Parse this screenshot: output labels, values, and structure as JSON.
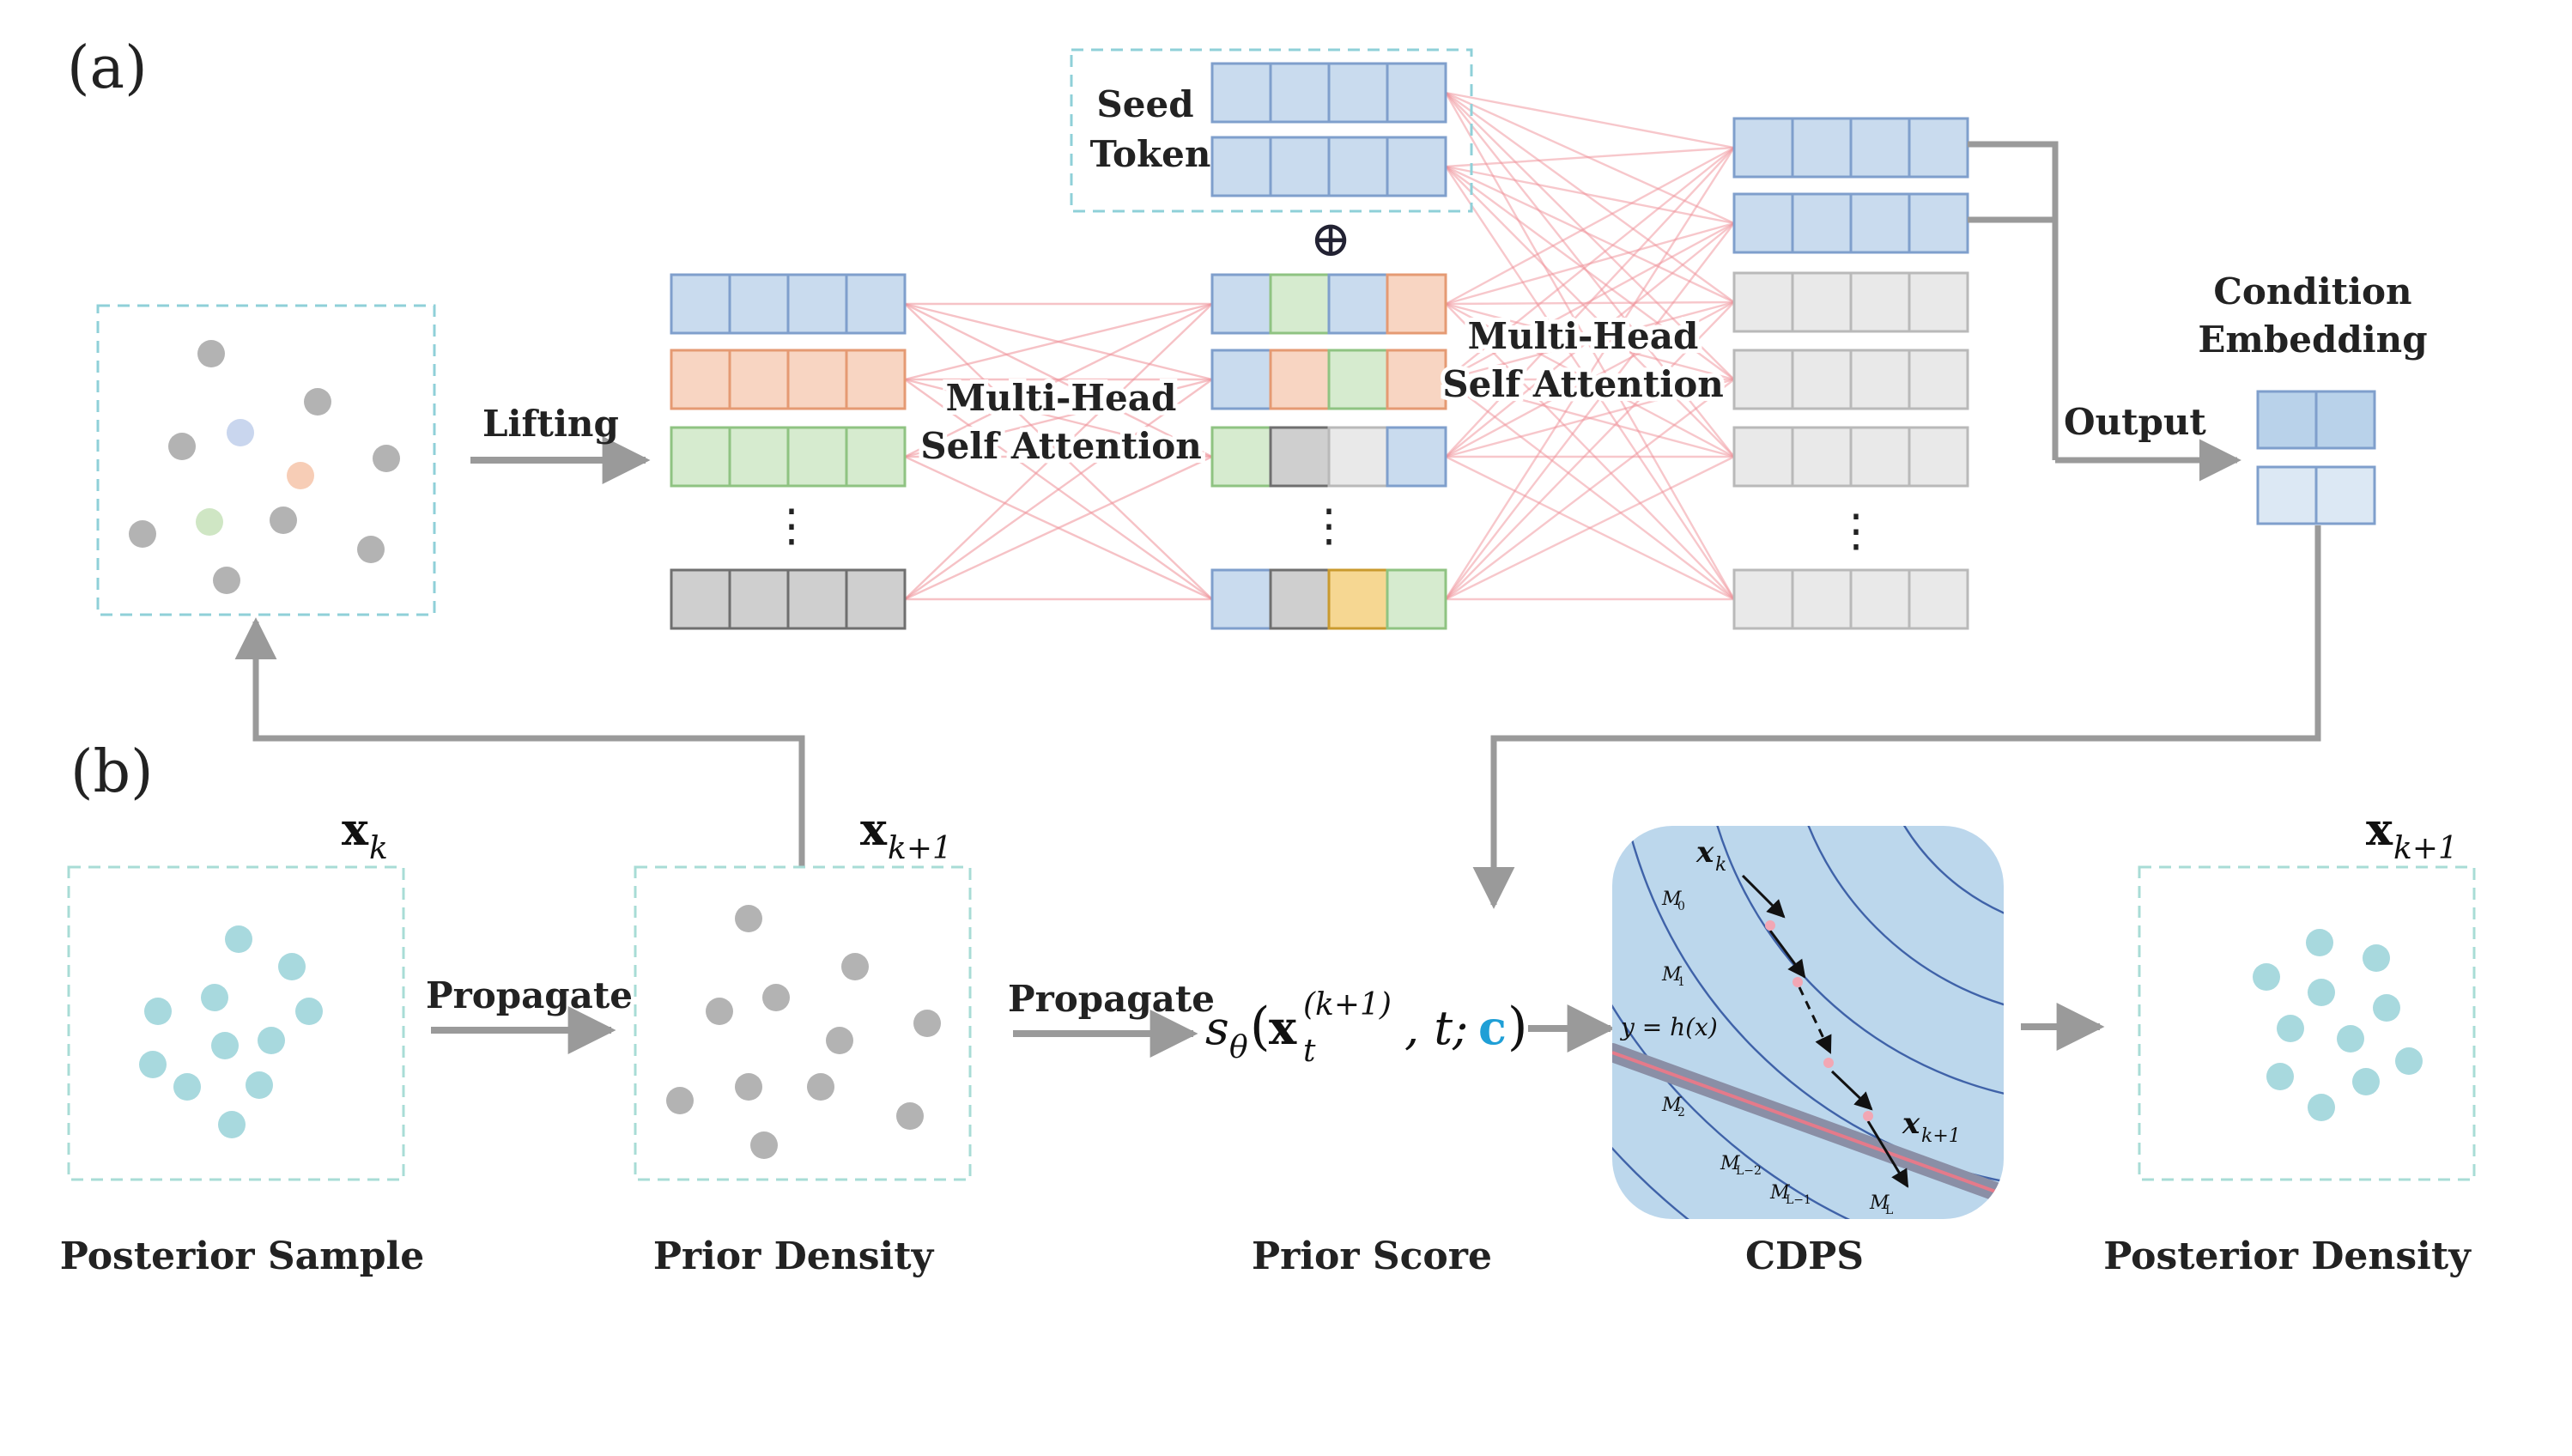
{
  "panel_a": {
    "label": "(a)",
    "lifting_label": "Lifting",
    "seed_token_line1": "Seed",
    "seed_token_line2": "Token",
    "mhsa1_line1": "Multi-Head",
    "mhsa1_line2": "Self Attention",
    "mhsa2_line1": "Multi-Head",
    "mhsa2_line2": "Self Attention",
    "output_label": "Output",
    "cond_line1": "Condition",
    "cond_line2": "Embedding",
    "oplus": "⊕",
    "vdots": "⋮"
  },
  "panel_b": {
    "label": "(b)",
    "xk": "x",
    "xk_sub": "k",
    "xk1": "x",
    "xk1_sub": "k+1",
    "xk1_post": "x",
    "xk1_post_sub": "k+1",
    "propagate1": "Propagate",
    "propagate2": "Propagate",
    "score": {
      "s": "s",
      "theta": "θ",
      "open": "(",
      "x": "x",
      "t_sub": "t",
      "sup": "(k+1)",
      "mid": ", t; ",
      "c": "c",
      "close": ")"
    },
    "captions": {
      "posterior_sample": "Posterior Sample",
      "prior_density": "Prior Density",
      "prior_score": "Prior Score",
      "cdps": "CDPS",
      "posterior_density": "Posterior Density"
    },
    "cdps": {
      "xk": "x",
      "xk_sub": "k",
      "xk1": "x",
      "xk1_sub": "k+1",
      "constraint": "y = h(x)",
      "m0": "M",
      "m0_sub": "0",
      "m1": "M",
      "m1_sub": "1",
      "m2": "M",
      "m2_sub": "2",
      "mL2": "M",
      "mL2_sub": "L−2",
      "mL1": "M",
      "mL1_sub": "L−1",
      "mL": "M",
      "mL_sub": "L"
    }
  },
  "colors": {
    "blue": "#c9dbee",
    "blue_border": "#7f9fcc",
    "orange": "#f8d5c2",
    "orange_border": "#e59a73",
    "green": "#d6ebcf",
    "green_border": "#8fc382",
    "gray_dark": "#cfcfcf",
    "gray_dark_border": "#6f6f6f",
    "gray_light": "#e9e9e9",
    "gray_light_border": "#b9b9b9",
    "gold": "#f6d792",
    "gold_border": "#c99a2e",
    "attn": "#ef8f98",
    "teal_dash": "#8fd0d8",
    "teal_dot": "#a8d9de",
    "dot_gray": "#b3b3b3",
    "arrow_gray": "#9a9a9a",
    "cdps_bg": "#bcd7ec",
    "c_accent": "#1f9fd6"
  }
}
